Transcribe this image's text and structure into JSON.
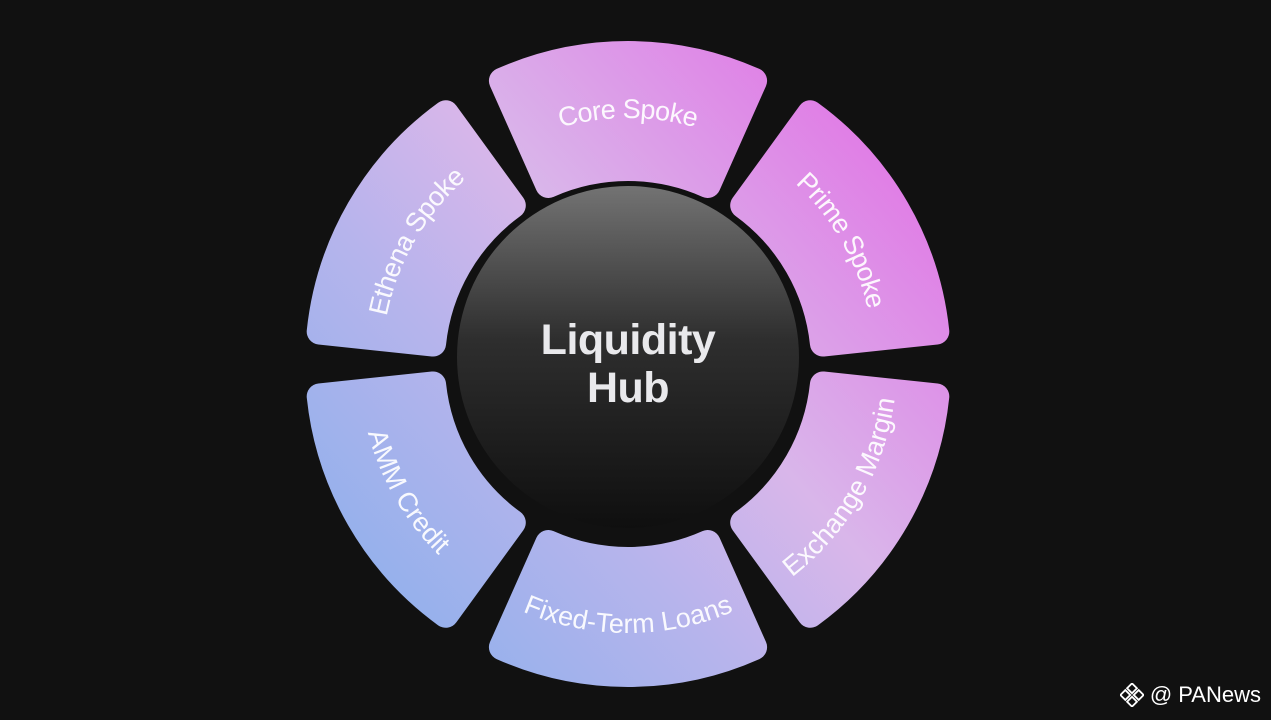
{
  "hub": {
    "line1": "Liquidity",
    "line2": "Hub"
  },
  "spokes": [
    {
      "id": "core",
      "label": "Core Spoke"
    },
    {
      "id": "prime",
      "label": "Prime Spoke"
    },
    {
      "id": "exchange",
      "label": "Exchange Margin"
    },
    {
      "id": "fixed",
      "label": "Fixed-Term Loans"
    },
    {
      "id": "amm",
      "label": "AMM Credit"
    },
    {
      "id": "ethena",
      "label": "Ethena Spoke"
    }
  ],
  "colors": {
    "background": "#111111",
    "spoke_gradient": [
      "#8fb0ec",
      "#b6b4ec",
      "#d9b6ea",
      "#e07ee6"
    ],
    "hub_gradient": [
      "#737373",
      "#2e2e2e",
      "#0f0f0f"
    ]
  },
  "watermark": {
    "at": "@",
    "brand": "PANews",
    "logo_icon": "binance-diamond-icon"
  }
}
